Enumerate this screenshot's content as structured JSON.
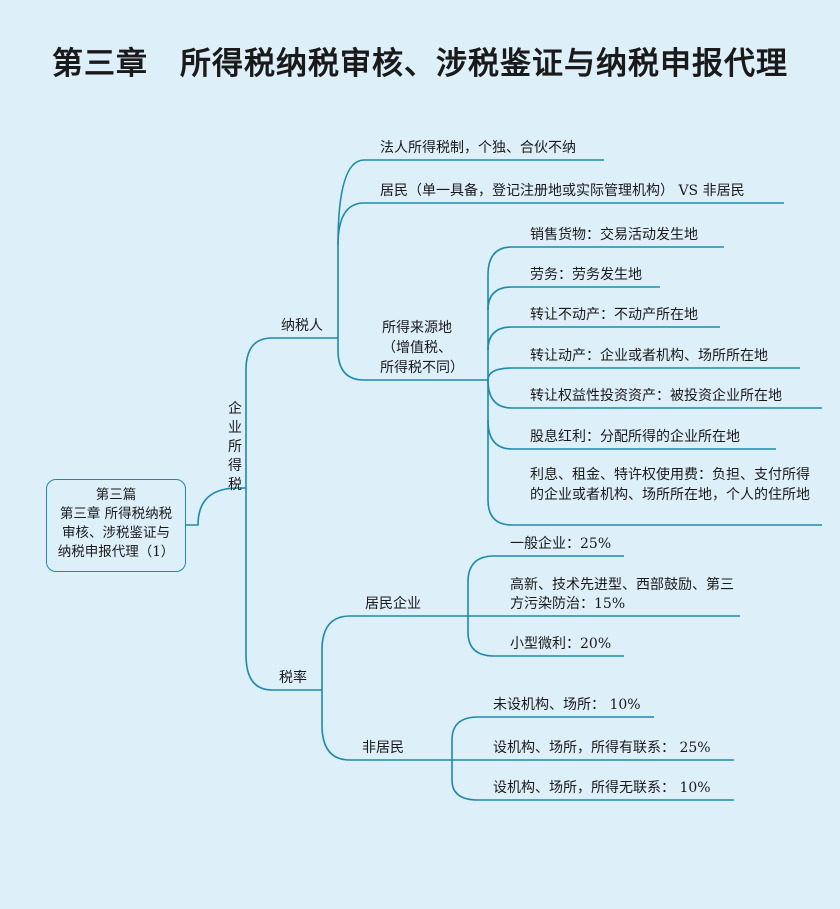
{
  "title": "第三章　所得税纳税审核、涉税鉴证与纳税申报代理",
  "root": {
    "line1": "第三篇",
    "line2": "第三章 所得税纳税",
    "line3": "审核、涉税鉴证与",
    "line4": "纳税申报代理（1）"
  },
  "branch": "企业所得税",
  "taxpayer": {
    "label": "纳税人",
    "item1": "法人所得税制，个独、合伙不纳",
    "item2": "居民（单一具备，登记注册地或实际管理机构） VS 非居民",
    "source": {
      "line1": "所得来源地",
      "line2": "（增值税、",
      "line3": "所得税不同）",
      "items": [
        "销售货物：交易活动发生地",
        "劳务：劳务发生地",
        "转让不动产：不动产所在地",
        "转让动产：企业或者机构、场所所在地",
        "转让权益性投资资产：被投资企业所在地",
        "股息红利：分配所得的企业所在地",
        "利息、租金、特许权使用费：负担、支付所得的企业或者机构、场所所在地，个人的住所地"
      ]
    }
  },
  "rate": {
    "label": "税率",
    "resident": {
      "label": "居民企业",
      "items": [
        "一般企业：25%",
        "高新、技术先进型、西部鼓励、第三方污染防治：15%",
        "小型微利：20%"
      ]
    },
    "nonresident": {
      "label": "非居民",
      "items": [
        "未设机构、场所： 10%",
        "设机构、场所，所得有联系： 25%",
        "设机构、场所，所得无联系： 10%"
      ]
    }
  },
  "colors": {
    "background": "#ddeff9",
    "line": "#1c8ab0"
  }
}
